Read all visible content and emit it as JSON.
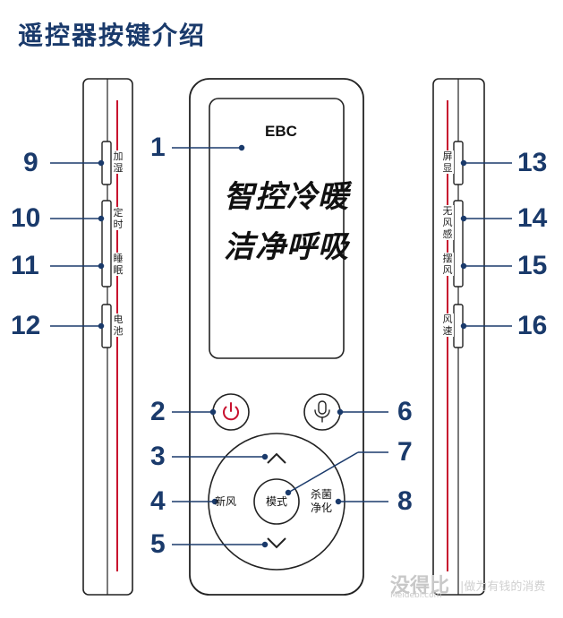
{
  "title": "遥控器按键介绍",
  "screen": {
    "brand": "EBC",
    "slogan_line1": "智控冷暖",
    "slogan_line2": "洁净呼吸"
  },
  "left_side_buttons": [
    {
      "num": "9",
      "label_chars": [
        "加",
        "湿"
      ]
    },
    {
      "num": "10",
      "label_chars": [
        "定",
        "时"
      ]
    },
    {
      "num": "11",
      "label_chars": [
        "睡",
        "眠"
      ]
    },
    {
      "num": "12",
      "label_chars": [
        "电",
        "池"
      ]
    }
  ],
  "right_side_buttons": [
    {
      "num": "13",
      "label_chars": [
        "屏",
        "显"
      ]
    },
    {
      "num": "14",
      "label_chars": [
        "无",
        "风",
        "感"
      ]
    },
    {
      "num": "15",
      "label_chars": [
        "摆",
        "风"
      ]
    },
    {
      "num": "16",
      "label_chars": [
        "风",
        "速"
      ]
    }
  ],
  "front_buttons": {
    "n1": "1",
    "n2": "2",
    "n3": "3",
    "n4": "4",
    "n5": "5",
    "n6": "6",
    "n7": "7",
    "n8": "8",
    "left_label": "新风",
    "center_label": "模式",
    "right_label_1": "杀菌",
    "right_label_2": "净化",
    "power_icon": "power-icon",
    "mic_icon": "microphone-icon",
    "up_icon": "chevron-up-icon",
    "down_icon": "chevron-down-icon"
  },
  "watermark": {
    "main": "没得比",
    "sub": "Meidebi.com",
    "side": "|做为有钱的消费"
  },
  "colors": {
    "navy": "#1a3a6b",
    "red_accent": "#c8102e",
    "outline": "#222222"
  }
}
